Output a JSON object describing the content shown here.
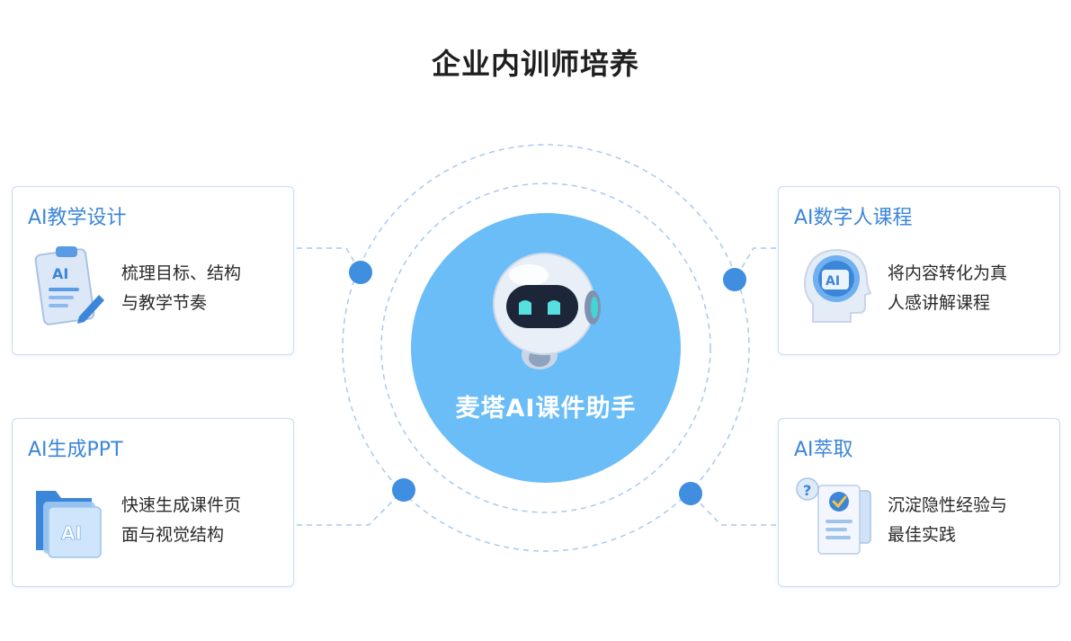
{
  "page": {
    "title": "企业内训师培养"
  },
  "center": {
    "title": "麦塔AI课件助手",
    "icon": "robot-mascot-icon"
  },
  "cards": [
    {
      "title": "AI教学设计",
      "desc_lines": [
        "梳理目标、结构",
        "与教学节奏"
      ],
      "icon": "clipboard-ai-icon"
    },
    {
      "title": "AI生成PPT",
      "desc_lines": [
        "快速生成课件页",
        "面与视觉结构"
      ],
      "icon": "folder-ai-icon"
    },
    {
      "title": "AI数字人课程",
      "desc_lines": [
        "将内容转化为真",
        "人感讲解课程"
      ],
      "icon": "digital-human-head-icon"
    },
    {
      "title": "AI萃取",
      "desc_lines": [
        "沉淀隐性经验与",
        "最佳实践"
      ],
      "icon": "document-question-icon"
    }
  ],
  "colors": {
    "accent": "#3b86d9",
    "center_circle": "#6bbdf8",
    "card_border": "#c9dcf5",
    "connector": "#a9c9ef",
    "node": "#3f8ee0"
  }
}
